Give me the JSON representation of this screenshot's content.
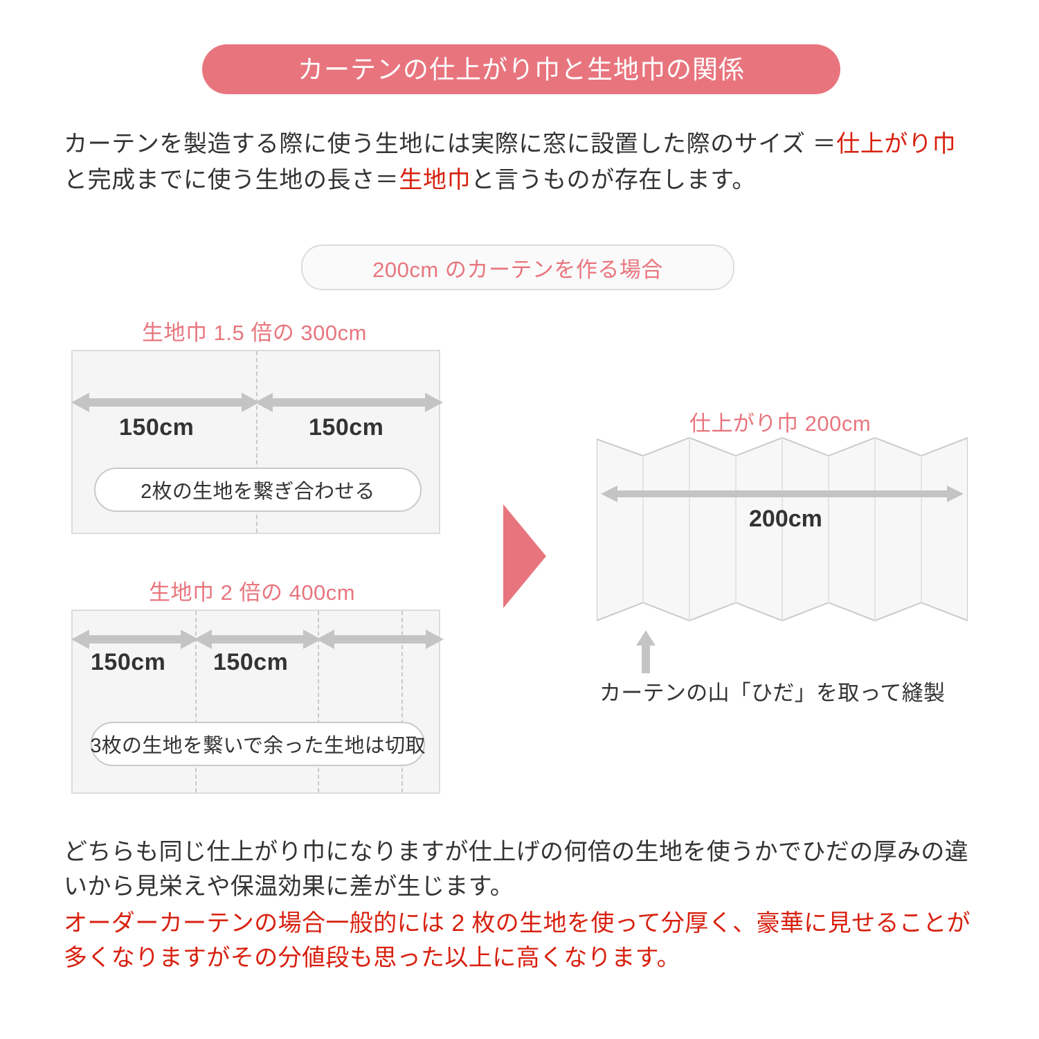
{
  "banner": {
    "title": "カーテンの仕上がり巾と生地巾の関係",
    "bg_color": "#E8757E",
    "text_color": "#FFFFFF"
  },
  "intro": {
    "part1": "カーテンを製造する際に使う生地には実際に窓に設置した際のサイズ ＝",
    "highlight1": "仕上がり巾",
    "part2": "と完成までに使う生地の長さ＝",
    "highlight2": "生地巾",
    "part3": "と言うものが存在します。",
    "highlight_color": "#D8200F"
  },
  "case_pill": {
    "label": "200cm のカーテンを作る場合",
    "text_color": "#E8757E"
  },
  "diagrams": {
    "fabric_15": {
      "heading": "生地巾 1.5 倍の 300cm",
      "segments": [
        {
          "label": "150cm"
        },
        {
          "label": "150cm"
        }
      ],
      "action_label": "2枚の生地を繋ぎ合わせる",
      "divider_count": 1
    },
    "fabric_2": {
      "heading": "生地巾 2 倍の 400cm",
      "segments": [
        {
          "label": "150cm"
        },
        {
          "label": "150cm"
        },
        {
          "label": ""
        }
      ],
      "action_label": "3枚の生地を繋いで余った生地は切取",
      "divider_count": 3
    },
    "finished": {
      "heading": "仕上がり巾 200cm",
      "dimension_label": "200cm",
      "caption": "カーテンの山「ひだ」を取って縫製"
    }
  },
  "closing": {
    "gray_text": "どちらも同じ仕上がり巾になりますが仕上げの何倍の生地を使うかでひだの厚みの違いから見栄えや保温効果に差が生じます。",
    "red_text": "オーダーカーテンの場合一般的には 2 枚の生地を使って分厚く、豪華に見せることが多くなりますがその分値段も思った以上に高くなります。",
    "red_color": "#D8200F"
  },
  "colors": {
    "accent_pink": "#E8757E",
    "red": "#D8200F",
    "box_fill": "#F5F5F5",
    "box_border": "#DCDCDC",
    "arrow_gray": "#C4C4C4"
  },
  "icons": {
    "transition": "triangle-right-icon",
    "pleat_pointer": "arrow-up-icon",
    "dimension": "double-arrow-icon"
  }
}
